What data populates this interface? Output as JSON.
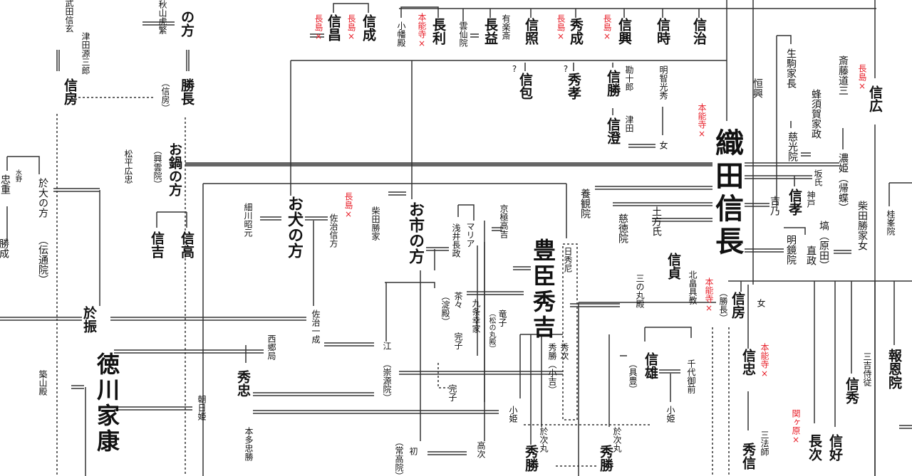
{
  "labels": {
    "takeda_shingen": "武田信玄",
    "akiyama": "秋山虎繁",
    "otsuya": "の方",
    "katsunaga": "勝長",
    "katsunaga_alias": "（信房）",
    "tsuda_genzaburo": "津田源三郎",
    "nobufusa_top": "信房",
    "nobumasa": "信昌",
    "nobunari": "信成",
    "obata": "小幡殿",
    "nagatoshi": "長利",
    "unsenin": "雲仙院",
    "nagamasu": "長益",
    "urakusai": "有楽斎",
    "nobuteru": "信照",
    "hidenari": "秀成",
    "nobuoki": "信興",
    "nobutoki": "信時",
    "nobuharu": "信治",
    "nobukane_q": "?",
    "nobukane": "信包",
    "hidetaka_q": "?",
    "hidetaka": "秀孝",
    "nobukatsu": "信勝",
    "kanjuro": "勘十郎",
    "nobuzumi": "信澄",
    "tsuda": "津田",
    "akechi": "明智光秀",
    "onna1": "女",
    "oda_nobunaga": "織田信長",
    "tsuneoki": "恒興",
    "ikoma": "生駒家長",
    "jikoin": "慈光院",
    "hachisuka": "蜂須賀家政",
    "saito_dosan": "斎藤道三",
    "nohime": "濃姫（帰蝶）",
    "nobuhiro": "信広",
    "banshi": "坂氏",
    "kitsuno": "吉乃",
    "nobutaka": "信孝",
    "kanbe": "神戸",
    "ban_harada": "塙（原田）",
    "naomasa": "直政",
    "shibata_daughter": "柴田勝家女",
    "meikyoin": "明鏡院",
    "keihoin": "桂峯院",
    "hoonin": "報恩院",
    "miyoshi": "三吉侍従",
    "nobuhide": "信秀",
    "nobuyoshi": "信好",
    "nagatsugu": "長次",
    "sanboshi": "三法師",
    "hidenobu": "秀信",
    "nobutada": "信忠",
    "nobufusa": "信房",
    "nobufusa_alias": "（勝長）",
    "onna2": "女",
    "kitabatake": "北畠具教",
    "nobusada": "信貞",
    "hijikata": "土方氏",
    "jitokuin": "慈徳院",
    "yokanin": "養観院",
    "sannomaru": "三の丸殿",
    "nobukatsu2": "信雄",
    "gusho": "（具豊）",
    "chiyo": "千代御前",
    "kohime_r": "小姫",
    "otsugimaru_r": "於次丸",
    "hidekatsu_r": "秀勝",
    "toyotomi": "豊臣秀吉",
    "nisshuni": "日秀尼",
    "hidetsugu": "秀次",
    "hidekatsu_kokichi": "秀勝（小吉）",
    "kohime_l": "小姫",
    "otsugimaru_l": "於次丸",
    "hidekatsu_l": "秀勝",
    "tatsuko": "竜子",
    "matsunomaru": "（松の丸殿）",
    "kyogoku_takayoshi": "京極高吉",
    "maria": "マリア",
    "azai": "浅井長政",
    "chacha": "茶々",
    "yodo": "（淀殿）",
    "sadako1": "完子",
    "kujo": "九条幸家",
    "sadako2": "完子",
    "takatsugu": "高次",
    "hatsu": "初",
    "jokoin": "（常高院）",
    "go": "江",
    "sugenin": "（崇源院）",
    "oichi": "お市の方",
    "shibata": "柴田勝家",
    "oinu": "お犬の方",
    "saji_nobukata": "佐治信方",
    "hosokawa": "細川昭元",
    "saji_kazunari": "佐治一成",
    "saigo": "西郷局",
    "hidetada": "秀忠",
    "honda": "本多忠勝",
    "asahi": "朝日姫",
    "tokugawa": "徳川家康",
    "ofuri": "於振",
    "tsukiyama": "築山殿",
    "nobuyoshi2": "信吉",
    "nobutaka2": "信高",
    "onabe": "お鍋の方",
    "koun": "（興雲院）",
    "matsudaira": "松平広忠",
    "odai": "於大の方",
    "dentsuin": "（伝通院）",
    "mizuno": "水野",
    "tadashige": "忠重",
    "katsunari": "勝成"
  },
  "deaths": {
    "nagashima": "長島×",
    "honnoji": "本能寺×",
    "sekigahara": "関ヶ原×"
  },
  "colors": {
    "line": "#333333",
    "death": "#e8202a"
  }
}
